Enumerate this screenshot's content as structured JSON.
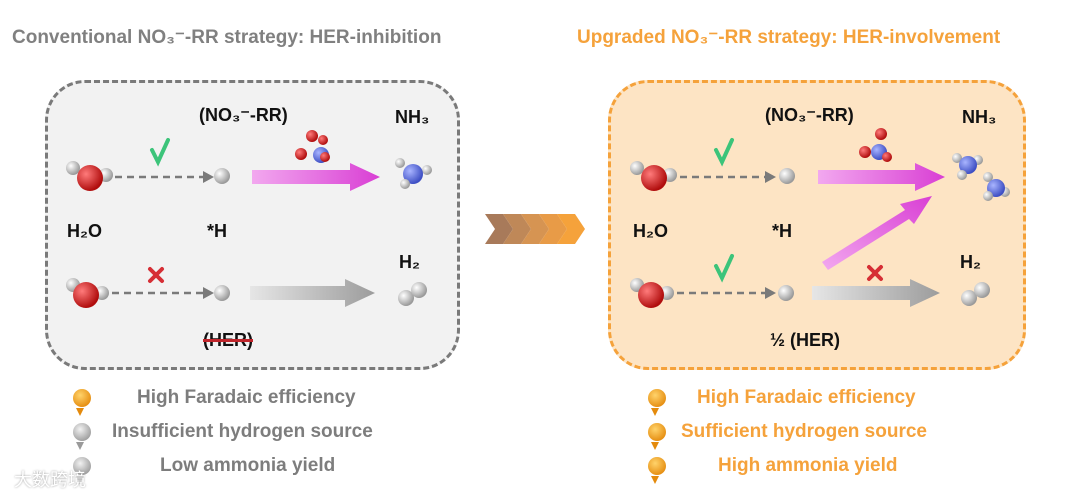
{
  "left": {
    "title": "Conventional NO₃⁻-RR strategy: HER-inhibition",
    "no3rr_label": "(NO₃⁻-RR)",
    "nh3_label": "NH₃",
    "h2o_label": "H₂O",
    "h_label": "*H",
    "h2_label": "H₂",
    "her_label": "(HER)",
    "legend": [
      {
        "text": "High Faradaic efficiency",
        "badge": "gold"
      },
      {
        "text": "Insufficient hydrogen source",
        "badge": "gray"
      },
      {
        "text": "Low ammonia yield",
        "badge": "gray"
      }
    ]
  },
  "right": {
    "title": "Upgraded NO₃⁻-RR strategy: HER-involvement",
    "no3rr_label": "(NO₃⁻-RR)",
    "nh3_label": "NH₃",
    "h2o_label": "H₂O",
    "h_label": "*H",
    "h2_label": "H₂",
    "her_label": "½ (HER)",
    "legend": [
      {
        "text": "High Faradaic efficiency",
        "badge": "gold"
      },
      {
        "text": "Sufficient hydrogen source",
        "badge": "gold"
      },
      {
        "text": "High ammonia yield",
        "badge": "gold"
      }
    ]
  },
  "watermark": "大数跨境",
  "colors": {
    "gray": "#808080",
    "orange": "#f5a23b",
    "check": "#3cc47a",
    "cross": "#d62e35",
    "oxygen": "#cc1a1a",
    "nitrogen": "#5b6fe0",
    "hydrogen": "#e6e6e6",
    "arrow_pink": "#e05ad8",
    "arrow_gray": "#a9a9a9"
  }
}
